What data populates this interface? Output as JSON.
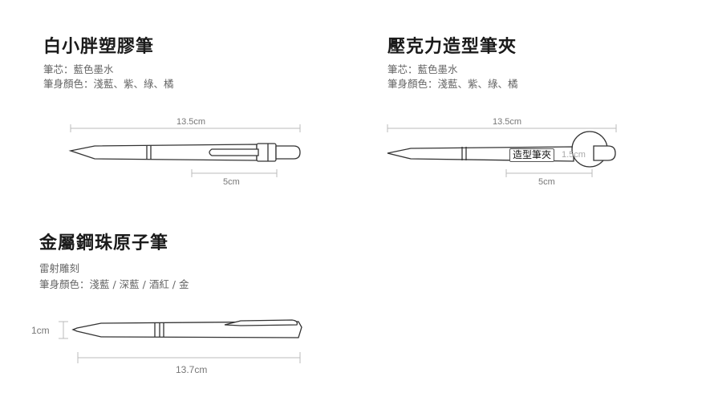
{
  "pens": [
    {
      "title": "白小胖塑膠筆",
      "specs": [
        "筆芯：藍色墨水",
        "筆身顏色：淺藍、紫、綠、橘"
      ],
      "length_label": "13.5cm",
      "clip_label": "5cm"
    },
    {
      "title": "壓克力造型筆夾",
      "specs": [
        "筆芯：藍色墨水",
        "筆身顏色：淺藍、紫、綠、橘"
      ],
      "length_label": "13.5cm",
      "clip_label": "5cm",
      "clip_text": "造型筆夾",
      "clip_height_label": "1.5cm"
    },
    {
      "title": "金屬鋼珠原子筆",
      "specs": [
        "雷射雕刻",
        "筆身顏色：淺藍 / 深藍 / 酒紅 / 金"
      ],
      "length_label": "13.7cm",
      "height_label": "1cm"
    }
  ]
}
